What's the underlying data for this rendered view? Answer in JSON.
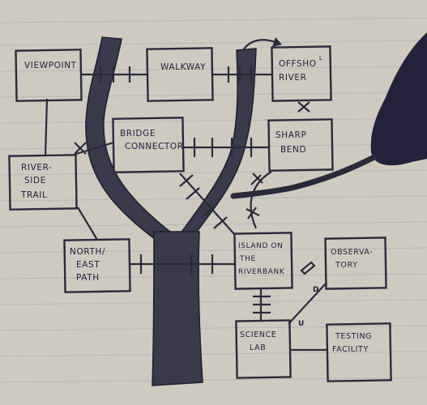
{
  "map": {
    "nodes": [
      {
        "id": "viewpoint",
        "lines": [
          "VIEWPOINT"
        ]
      },
      {
        "id": "walkway",
        "lines": [
          "WALKWAY"
        ]
      },
      {
        "id": "offshoot-river",
        "lines": [
          "OFFSHO",
          "RIVER"
        ]
      },
      {
        "id": "bridge-connector",
        "lines": [
          "BRIDGE",
          "CONNECTOR"
        ]
      },
      {
        "id": "sharp-bend",
        "lines": [
          "SHARP",
          "BEND"
        ]
      },
      {
        "id": "riverside-trail",
        "lines": [
          "RIVER-",
          "SIDE",
          "TRAIL"
        ]
      },
      {
        "id": "north-east-path",
        "lines": [
          "NORTH/",
          "EAST",
          "PATH"
        ]
      },
      {
        "id": "island-on-riverbank",
        "lines": [
          "ISLAND ON",
          "THE",
          "RIVERBANK"
        ]
      },
      {
        "id": "observatory",
        "lines": [
          "OBSERVA-",
          "TORY"
        ]
      },
      {
        "id": "science-lab",
        "lines": [
          "SCIENCE",
          "LAB"
        ]
      },
      {
        "id": "testing-facility",
        "lines": [
          "TESTING",
          "FACILITY"
        ]
      }
    ],
    "annotations": {
      "offshoot_superscript": "L",
      "door_d": "D",
      "door_u": "U"
    },
    "colors": {
      "ink": "#2a2a3a",
      "paper": "#cfcac0",
      "lake": "#24213a"
    }
  }
}
